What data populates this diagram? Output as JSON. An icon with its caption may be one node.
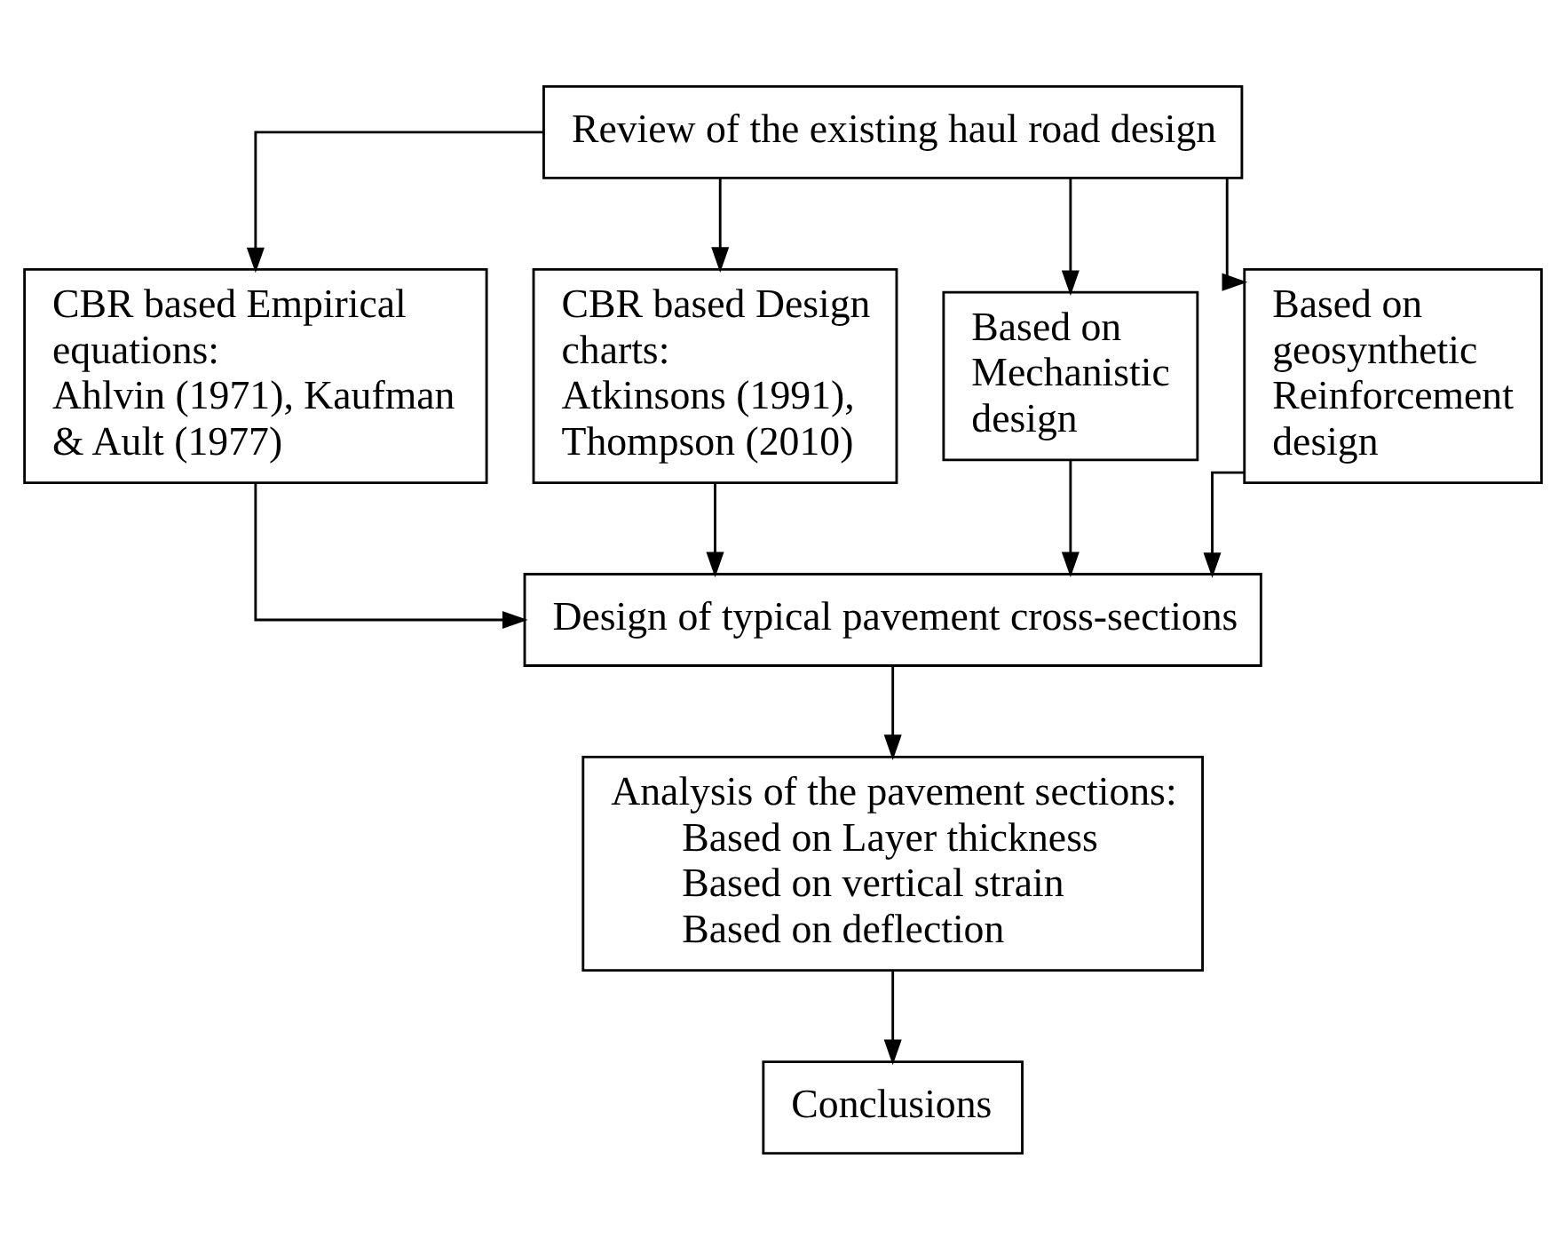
{
  "diagram": {
    "nodes": [
      {
        "text": [
          "Review of the existing haul road design"
        ]
      },
      {
        "text": [
          "CBR based Empirical equations:",
          "Ahlvin (1971), Kaufman & Ault (1977)"
        ]
      },
      {
        "text": [
          "CBR based Design charts:",
          "Atkinsons (1991), Thompson (2010)"
        ]
      },
      {
        "text": [
          "Based on Mechanistic design"
        ]
      },
      {
        "text": [
          "Based on geosynthetic Reinforcement design"
        ]
      },
      {
        "text": [
          "Design of typical pavement cross-sections"
        ]
      },
      {
        "text": [
          "Analysis of the pavement sections:",
          "Based on Layer thickness",
          "Based on vertical strain",
          "Based on deflection"
        ]
      },
      {
        "text": [
          "Conclusions"
        ]
      }
    ],
    "edges": [
      {
        "from": 0,
        "to": 1,
        "arrow": "to"
      },
      {
        "from": 0,
        "to": 2,
        "arrow": "to"
      },
      {
        "from": 0,
        "to": 3,
        "arrow": "to"
      },
      {
        "from": 0,
        "to": 4,
        "arrow": "to"
      },
      {
        "from": 1,
        "to": 5,
        "arrow": "to"
      },
      {
        "from": 2,
        "to": 5,
        "arrow": "to"
      },
      {
        "from": 3,
        "to": 5,
        "arrow": "to"
      },
      {
        "from": 4,
        "to": 5,
        "arrow": "to"
      },
      {
        "from": 5,
        "to": 6,
        "arrow": "to"
      },
      {
        "from": 6,
        "to": 7,
        "arrow": "to"
      }
    ]
  }
}
